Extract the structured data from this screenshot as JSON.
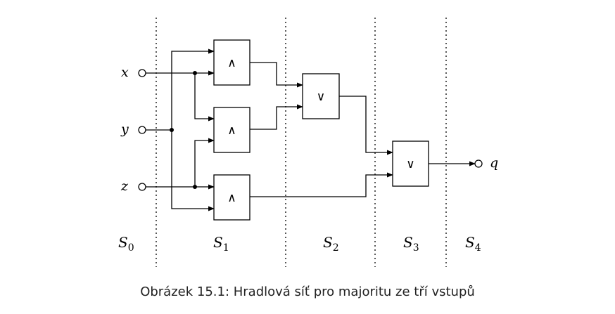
{
  "inputs": {
    "x": "x",
    "y": "y",
    "z": "z"
  },
  "output": "q",
  "stages": [
    {
      "base": "S",
      "sub": "0"
    },
    {
      "base": "S",
      "sub": "1"
    },
    {
      "base": "S",
      "sub": "2"
    },
    {
      "base": "S",
      "sub": "3"
    },
    {
      "base": "S",
      "sub": "4"
    }
  ],
  "gates": {
    "and_symbol": "∧",
    "or_symbol": "∨"
  },
  "caption": "Obrázek 15.1: Hradlová síť pro majoritu ze tří vstupů"
}
